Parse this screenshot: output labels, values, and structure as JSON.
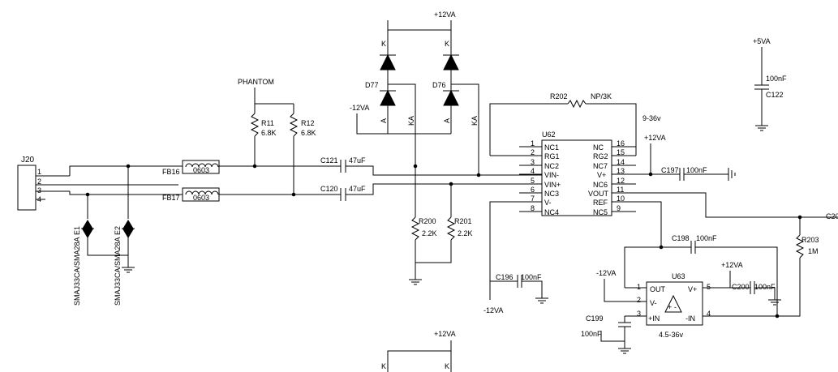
{
  "connector": {
    "ref": "J20",
    "pins": [
      "1",
      "2",
      "3",
      "4"
    ]
  },
  "tvs": {
    "d1_part": "SMAJ33CA/SMA28A",
    "d1_ref": "E1",
    "d2_part": "SMAJ33CA/SMA28A",
    "d2_ref": "E2"
  },
  "ferrites": [
    {
      "ref": "FB16",
      "value": "0603"
    },
    {
      "ref": "FB17",
      "value": "0603"
    }
  ],
  "phantom": {
    "net": "PHANTOM",
    "r1_ref": "R11",
    "r1_value": "6.8K",
    "r2_ref": "R12",
    "r2_value": "6.8K"
  },
  "coupling": [
    {
      "ref": "C121",
      "value": "47uF"
    },
    {
      "ref": "C120",
      "value": "47uF"
    }
  ],
  "clamp": {
    "rail_pos": "+12VA",
    "rail_neg": "-12VA",
    "d77": "D77",
    "d76": "D76",
    "k": "K",
    "a": "A",
    "ka": "KA"
  },
  "bias": [
    {
      "ref": "R200",
      "value": "2.2K"
    },
    {
      "ref": "R201",
      "value": "2.2K"
    }
  ],
  "gain": {
    "ref": "R202",
    "value": "NP/3K",
    "supply_note": "9-36v"
  },
  "u62": {
    "ref": "U62",
    "left_pins": [
      {
        "num": "1",
        "name": "NC1"
      },
      {
        "num": "2",
        "name": "RG1"
      },
      {
        "num": "3",
        "name": "NC2"
      },
      {
        "num": "4",
        "name": "VIN-"
      },
      {
        "num": "5",
        "name": "VIN+"
      },
      {
        "num": "6",
        "name": "NC3"
      },
      {
        "num": "7",
        "name": "V-"
      },
      {
        "num": "8",
        "name": "NC4"
      }
    ],
    "right_pins": [
      {
        "num": "16",
        "name": "NC"
      },
      {
        "num": "15",
        "name": "RG2"
      },
      {
        "num": "14",
        "name": "NC7"
      },
      {
        "num": "13",
        "name": "V+"
      },
      {
        "num": "12",
        "name": "NC6"
      },
      {
        "num": "11",
        "name": "VOUT"
      },
      {
        "num": "10",
        "name": "REF"
      },
      {
        "num": "9",
        "name": "NC5"
      }
    ]
  },
  "decoupling": {
    "c197": "C197",
    "c197_value": "100nF",
    "c197_rail": "+12VA",
    "c196": "C196",
    "c196_value": "100nF",
    "c196_rail": "-12VA",
    "c122": "C122",
    "c122_value": "100nF",
    "c122_rail": "+5VA",
    "c198": "C198",
    "c198_value": "100nF",
    "c200": "C200",
    "c200_value": "100nF",
    "c200_rail": "+12VA",
    "c199": "C199",
    "c199_value": "100nF"
  },
  "out_net": "C20",
  "r203": {
    "ref": "R203",
    "value": "1M"
  },
  "u63": {
    "ref": "U63",
    "neg_rail": "-12VA",
    "pins": [
      {
        "num": "1",
        "name": "OUT"
      },
      {
        "num": "2",
        "name": "V-"
      },
      {
        "num": "3",
        "name": "+IN"
      },
      {
        "num": "4",
        "name": "-IN"
      },
      {
        "num": "5",
        "name": "V+"
      }
    ],
    "supply_note": "4.5-36v"
  },
  "bottom": {
    "rail": "+12VA",
    "k": "K"
  }
}
